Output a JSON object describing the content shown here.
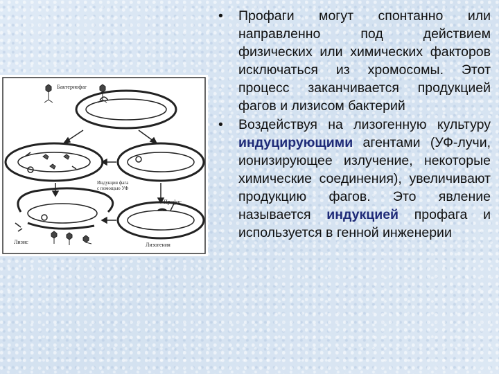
{
  "figure": {
    "labels": {
      "bacteriophage": "Бактериофаг",
      "induction_line1": "Индукция фага",
      "induction_line2": "с помощью УФ",
      "prophage": "Профаг",
      "lysis": "Лизис",
      "lysogeny": "Лизогения"
    }
  },
  "text": {
    "bullet_1": "Профаги могут спонтанно или направленно под действием физических или химических факторов исключаться из хромосомы. Этот процесс заканчивается продукцией фагов и лизисом бактерий",
    "bullet_2_part1": "Воздействуя на лизогенную культуру ",
    "bullet_2_highlight1": "индуцирующими",
    "bullet_2_part2": " агентами (УФ-лучи, ионизирующее излучение, некоторые химические соединения), увеличивают продукцию фагов. Это явление называется ",
    "bullet_2_highlight2": "индукцией",
    "bullet_2_part3": " профага и используется в генной инженерии"
  },
  "colors": {
    "highlight": "#1f2b78",
    "text": "#111111"
  }
}
